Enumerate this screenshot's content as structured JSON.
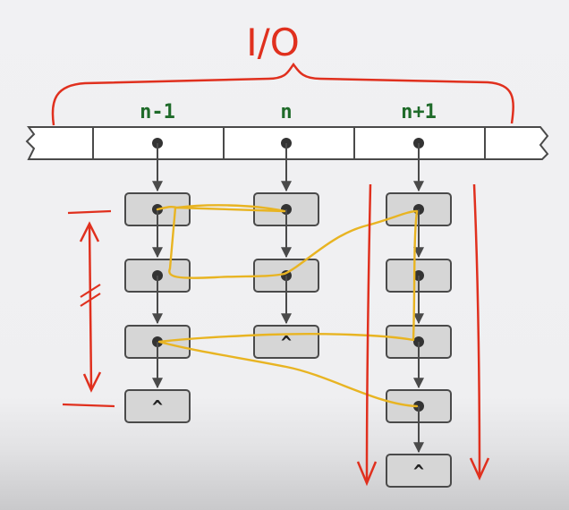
{
  "diagram": {
    "title": "I/O",
    "columns": [
      {
        "label": "n-1"
      },
      {
        "label": "n"
      },
      {
        "label": "n+1"
      }
    ],
    "null_marker": "^",
    "colors": {
      "annotation_red": "#e0301e",
      "highlight_path": "#e8b422",
      "column_label": "#1f6b2a",
      "node_fill": "#d6d6d6",
      "outline": "#4a4a4a"
    }
  }
}
